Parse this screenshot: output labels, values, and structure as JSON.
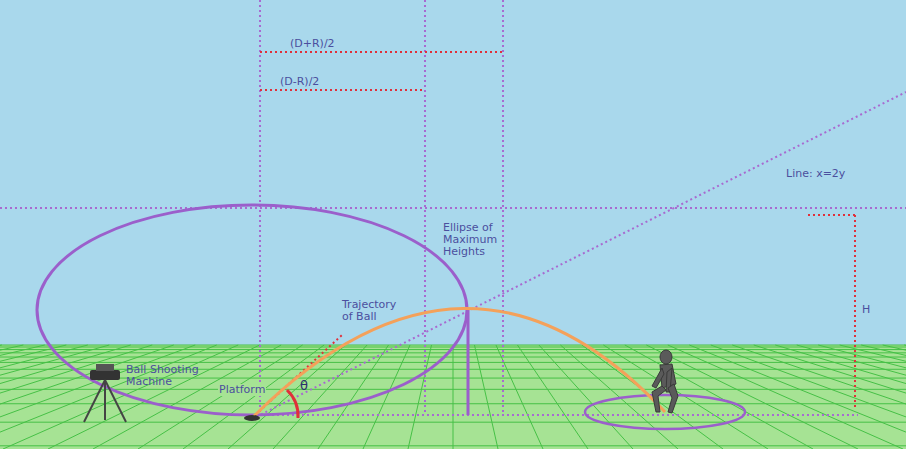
{
  "diagram": {
    "labels": [
      "(D+R)/2",
      "(D-R)/2",
      "Line: x=2y",
      "Ellipse of Maximum Heights",
      "Trajectory of Ball",
      "H",
      "Ball Shooting Machine",
      "Platform",
      "θ"
    ]
  }
}
